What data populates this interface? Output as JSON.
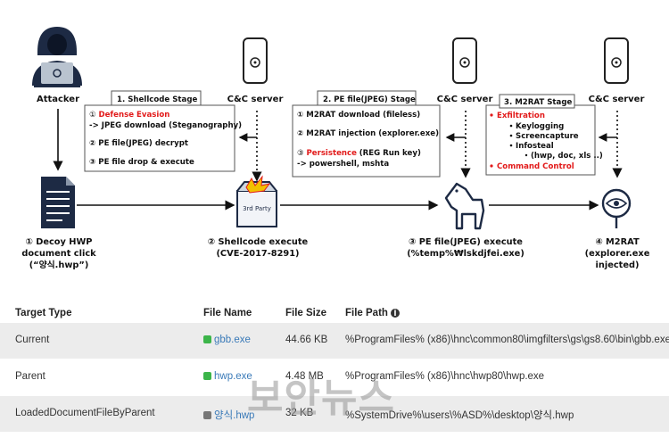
{
  "diagram": {
    "attacker_label": "Attacker",
    "cc_label": "C&C server",
    "stage1": {
      "title": "1. Shellcode Stage",
      "l1_num": "①",
      "l1_red": "Defense Evasion",
      "l2": "-> JPEG download (Steganography)",
      "l3": "② PE file(JPEG) decrypt",
      "l4": "③ PE file drop & execute"
    },
    "stage2": {
      "title": "2. PE file(JPEG) Stage",
      "l1": "① M2RAT download (fileless)",
      "l2": "② M2RAT injection (explorer.exe)",
      "l3_num": "③",
      "l3_red": "Persistence",
      "l3_rest": "(REG Run key)",
      "l4": "-> powershell, mshta"
    },
    "stage3": {
      "title": "3. M2RAT Stage",
      "l1": "Exfiltration",
      "l2": "Keylogging",
      "l3": "Screencapture",
      "l4": "Infosteal",
      "l5": "(hwp, doc, xls ..)",
      "l6": "Command Control"
    },
    "party_badge": "3rd Party",
    "step1": {
      "l1": "① Decoy HWP",
      "l2": "document click",
      "l3": "(“양식.hwp”)"
    },
    "step2": {
      "l1": "② Shellcode execute",
      "l2": "(CVE-2017-8291)"
    },
    "step3": {
      "l1": "③ PE file(JPEG) execute",
      "l2": "(%temp%₩lskdjfei.exe)"
    },
    "step4": {
      "l1": "④ M2RAT",
      "l2": "(explorer.exe",
      "l3": "injected)"
    }
  },
  "table": {
    "headers": {
      "type": "Target Type",
      "name": "File Name",
      "size": "File Size",
      "path": "File Path"
    },
    "rows": [
      {
        "type": "Current",
        "name": "gbb.exe",
        "icon_color": "#3cb54a",
        "size": "44.66 KB",
        "path": "%ProgramFiles% (x86)\\hnc\\common80\\imgfilters\\gs\\gs8.60\\bin\\gbb.exe"
      },
      {
        "type": "Parent",
        "name": "hwp.exe",
        "icon_color": "#3cb54a",
        "size": "4.48 MB",
        "path": "%ProgramFiles% (x86)\\hnc\\hwp80\\hwp.exe"
      },
      {
        "type": "LoadedDocumentFileByParent",
        "name": "양식.hwp",
        "icon_color": "#777777",
        "size": "32 KB",
        "path": "%SystemDrive%\\users\\%ASD%\\desktop\\양식.hwp"
      }
    ]
  },
  "watermark": "보안뉴스"
}
